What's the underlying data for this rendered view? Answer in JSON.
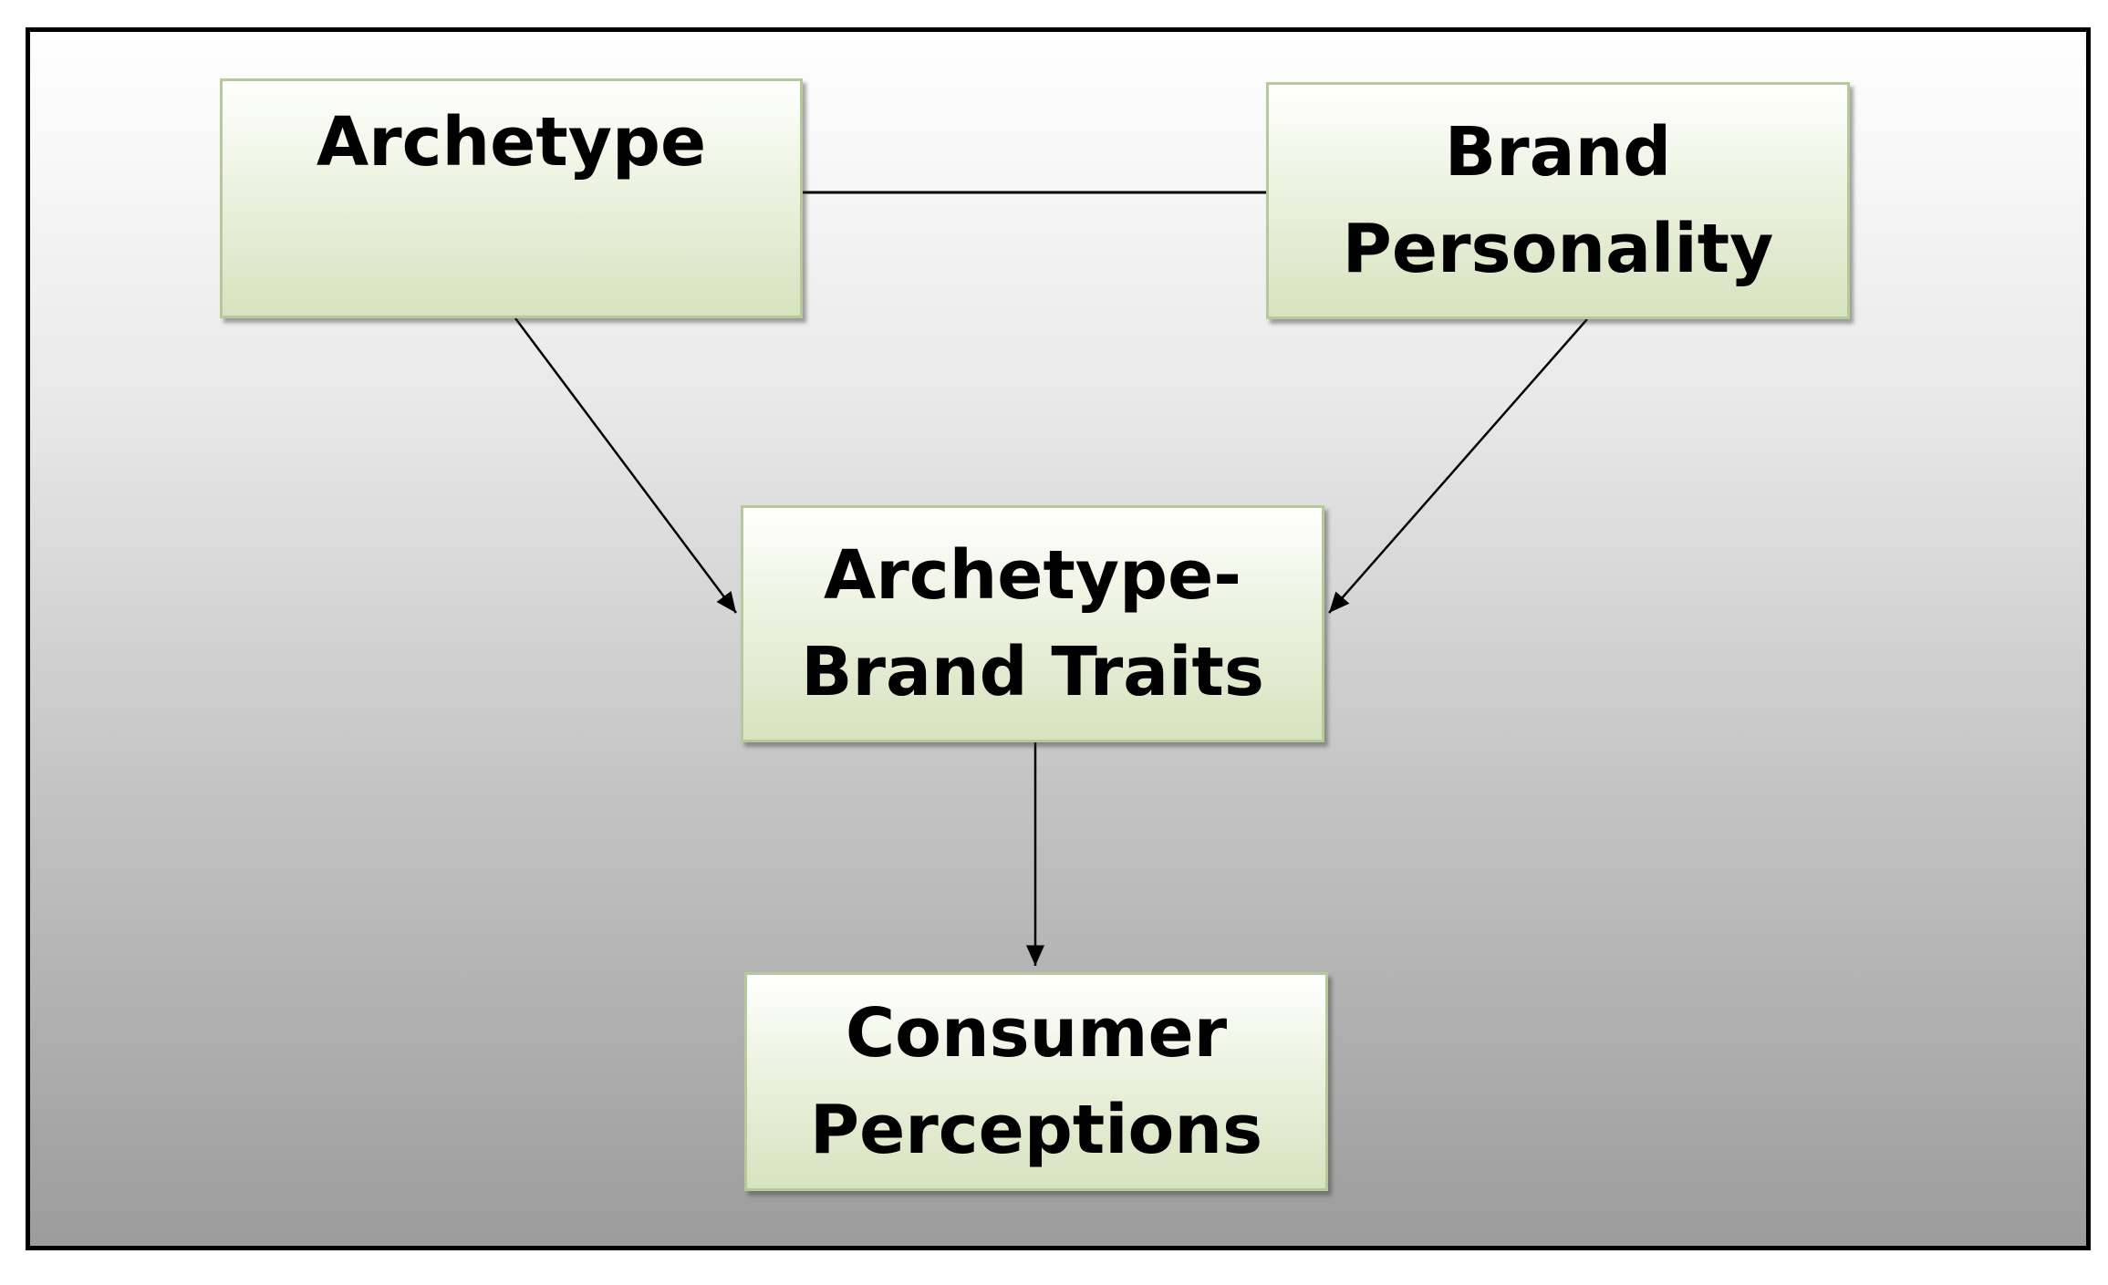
{
  "diagram": {
    "nodes": [
      {
        "id": "archetype",
        "label": "Archetype"
      },
      {
        "id": "brand_personality",
        "label": "Brand\nPersonality"
      },
      {
        "id": "archetype_brand_traits",
        "label": "Archetype-\nBrand Traits"
      },
      {
        "id": "consumer_perceptions",
        "label": "Consumer\nPerceptions"
      }
    ],
    "edges": [
      {
        "from": "archetype",
        "to": "brand_personality",
        "arrow": false
      },
      {
        "from": "archetype",
        "to": "archetype_brand_traits",
        "arrow": true
      },
      {
        "from": "brand_personality",
        "to": "archetype_brand_traits",
        "arrow": true
      },
      {
        "from": "archetype_brand_traits",
        "to": "consumer_perceptions",
        "arrow": true
      }
    ],
    "colors": {
      "node_fill_top": "#ffffff",
      "node_fill_bottom": "#d6e3bf",
      "node_border": "#b7c99a",
      "edge": "#000000",
      "frame_border": "#000000"
    }
  }
}
